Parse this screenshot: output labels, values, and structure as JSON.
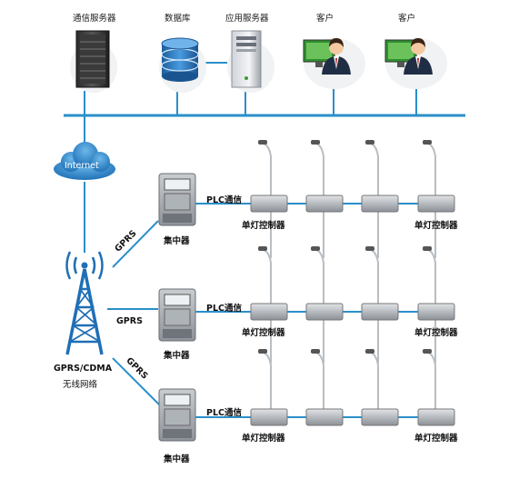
{
  "top_devices": [
    {
      "label": "通信服务器",
      "icon": "server-rack-icon"
    },
    {
      "label": "数据库",
      "icon": "database-icon"
    },
    {
      "label": "应用服务器",
      "icon": "tower-server-icon"
    },
    {
      "label": "客户",
      "icon": "client-workstation-icon"
    },
    {
      "label": "客户",
      "icon": "client-workstation-icon"
    }
  ],
  "cloud_label": "Internet",
  "tower_label_line1": "GPRS/CDMA",
  "tower_label_line2": "无线网络",
  "gprs_labels": [
    "GPRS",
    "GPRS",
    "GPRS"
  ],
  "concentrator_label": "集中器",
  "plc_label": "PLC通信",
  "controller_label": "单灯控制器",
  "rows": [
    {
      "concentrator": "集中器",
      "plc": "PLC通信",
      "controller_labels": [
        "单灯控制器",
        "单灯控制器"
      ]
    },
    {
      "concentrator": "集中器",
      "plc": "PLC通信",
      "controller_labels": [
        "单灯控制器",
        "单灯控制器"
      ]
    },
    {
      "concentrator": "集中器",
      "plc": "PLC通信",
      "controller_labels": [
        "单灯控制器",
        "单灯控制器"
      ]
    }
  ],
  "colors": {
    "link": "#2a8fc9",
    "cloud": "#2a7fc0",
    "tower": "#1f6fb5",
    "bg": "#ffffff"
  }
}
